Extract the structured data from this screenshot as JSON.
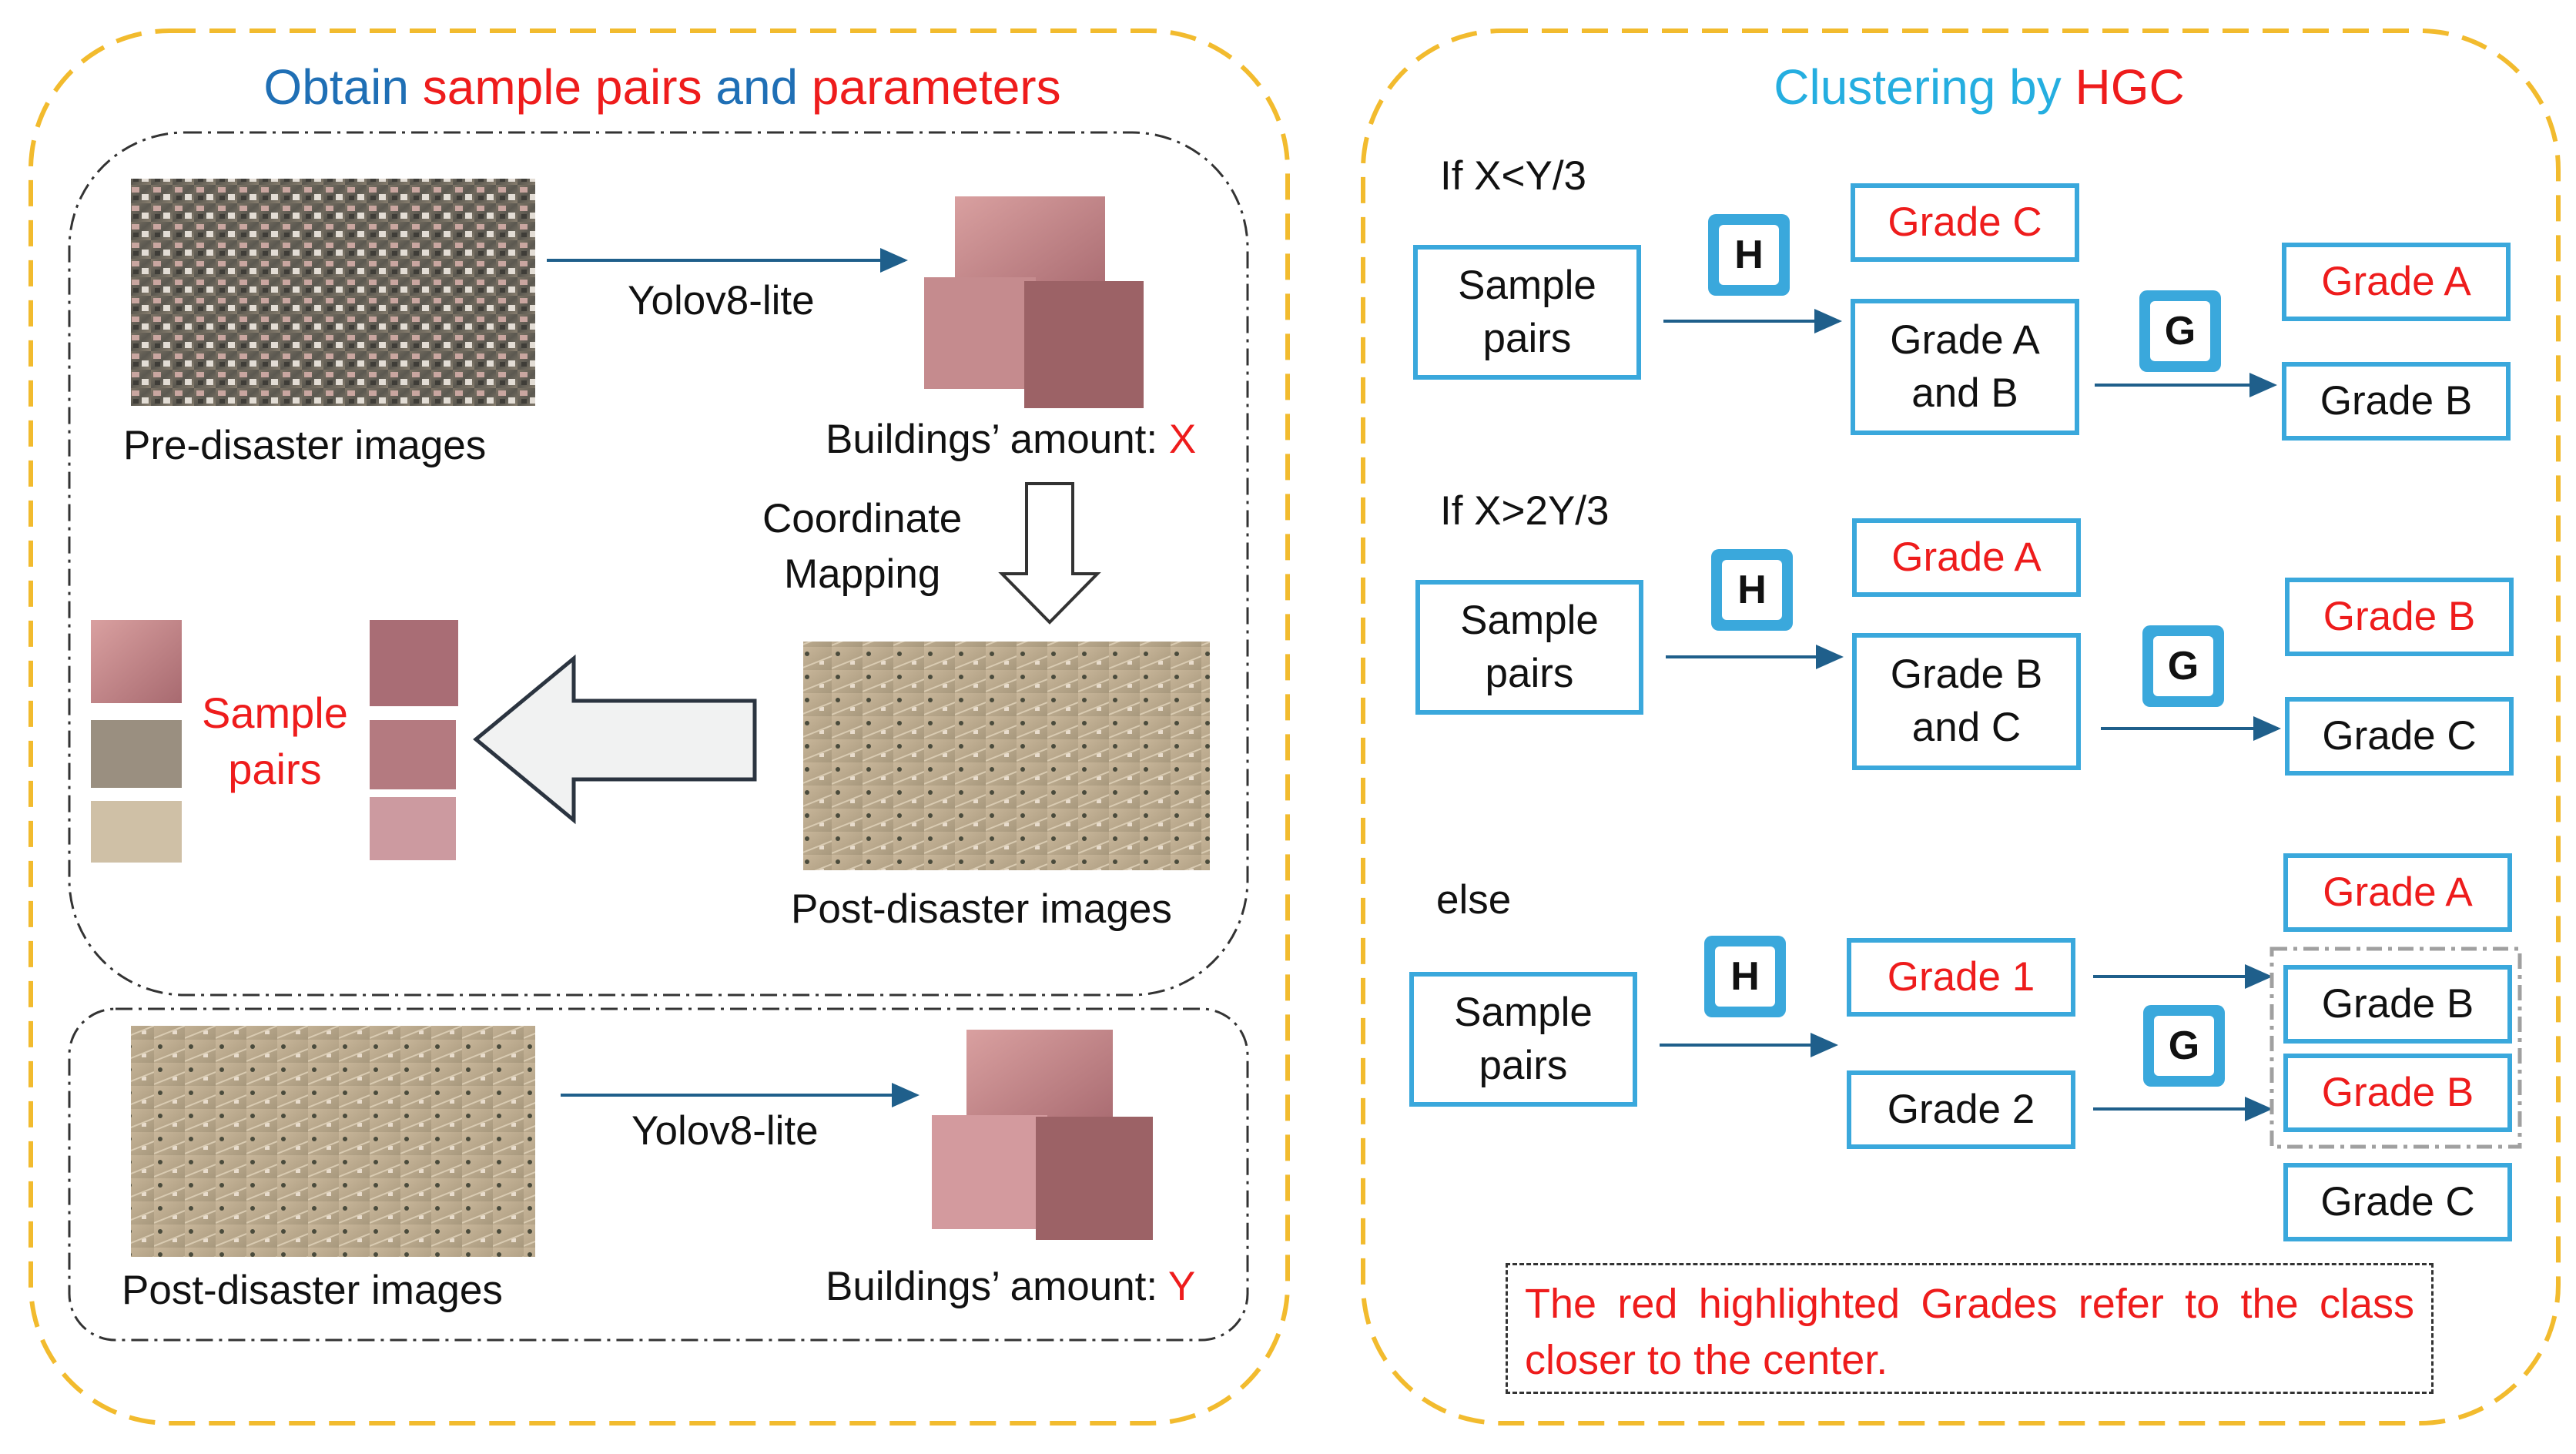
{
  "left_panel": {
    "title_parts": [
      {
        "text": "Obtain ",
        "color": "#1f6fb5"
      },
      {
        "text": "sample pairs",
        "color": "#ee1c1c"
      },
      {
        "text": " and ",
        "color": "#1f6fb5"
      },
      {
        "text": "parameters",
        "color": "#ee1c1c"
      }
    ],
    "model_label_top": "Yolov8-lite",
    "model_label_bottom": "Yolov8-lite",
    "pre_disaster_caption": "Pre-disaster images",
    "buildings_amount_top": "Buildings’ amount:",
    "var_x": "X",
    "coordinate_mapping": [
      "Coordinate",
      "Mapping"
    ],
    "post_disaster_caption_top": "Post-disaster images",
    "sample_pairs_label": [
      "Sample",
      "pairs"
    ],
    "post_disaster_caption_bottom": "Post-disaster images",
    "buildings_amount_bottom": "Buildings’ amount:",
    "var_y": "Y"
  },
  "right_panel": {
    "title_parts": [
      {
        "text": "Clustering by ",
        "color": "#25aee0"
      },
      {
        "text": "HGC",
        "color": "#ee1c1c"
      }
    ],
    "cases": [
      {
        "condition": "If  X<Y/3",
        "sample_label": [
          "Sample",
          "pairs"
        ],
        "h_label": "H",
        "g_label": "G",
        "h_top": "Grade C",
        "h_bottom": [
          "Grade A",
          "and B"
        ],
        "g_top": "Grade A",
        "g_bottom": "Grade B"
      },
      {
        "condition": "If  X>2Y/3",
        "sample_label": [
          "Sample",
          "pairs"
        ],
        "h_label": "H",
        "g_label": "G",
        "h_top": "Grade A",
        "h_bottom": [
          "Grade B",
          "and C"
        ],
        "g_top": "Grade B",
        "g_bottom": "Grade C"
      },
      {
        "condition": "else",
        "sample_label": [
          "Sample",
          "pairs"
        ],
        "h_label": "H",
        "g_label": "G",
        "h_top": "Grade 1",
        "h_bottom": "Grade 2",
        "out_1": "Grade A",
        "out_2": "Grade B",
        "out_3": "Grade B",
        "out_4": "Grade C"
      }
    ],
    "note": "The red highlighted Grades refer to the class closer to the center."
  },
  "colors": {
    "panel_border": "#f2bb2e",
    "box_border": "#3aa8dc",
    "arrow": "#1f5f8b",
    "highlight_red": "#ee1c1c"
  }
}
